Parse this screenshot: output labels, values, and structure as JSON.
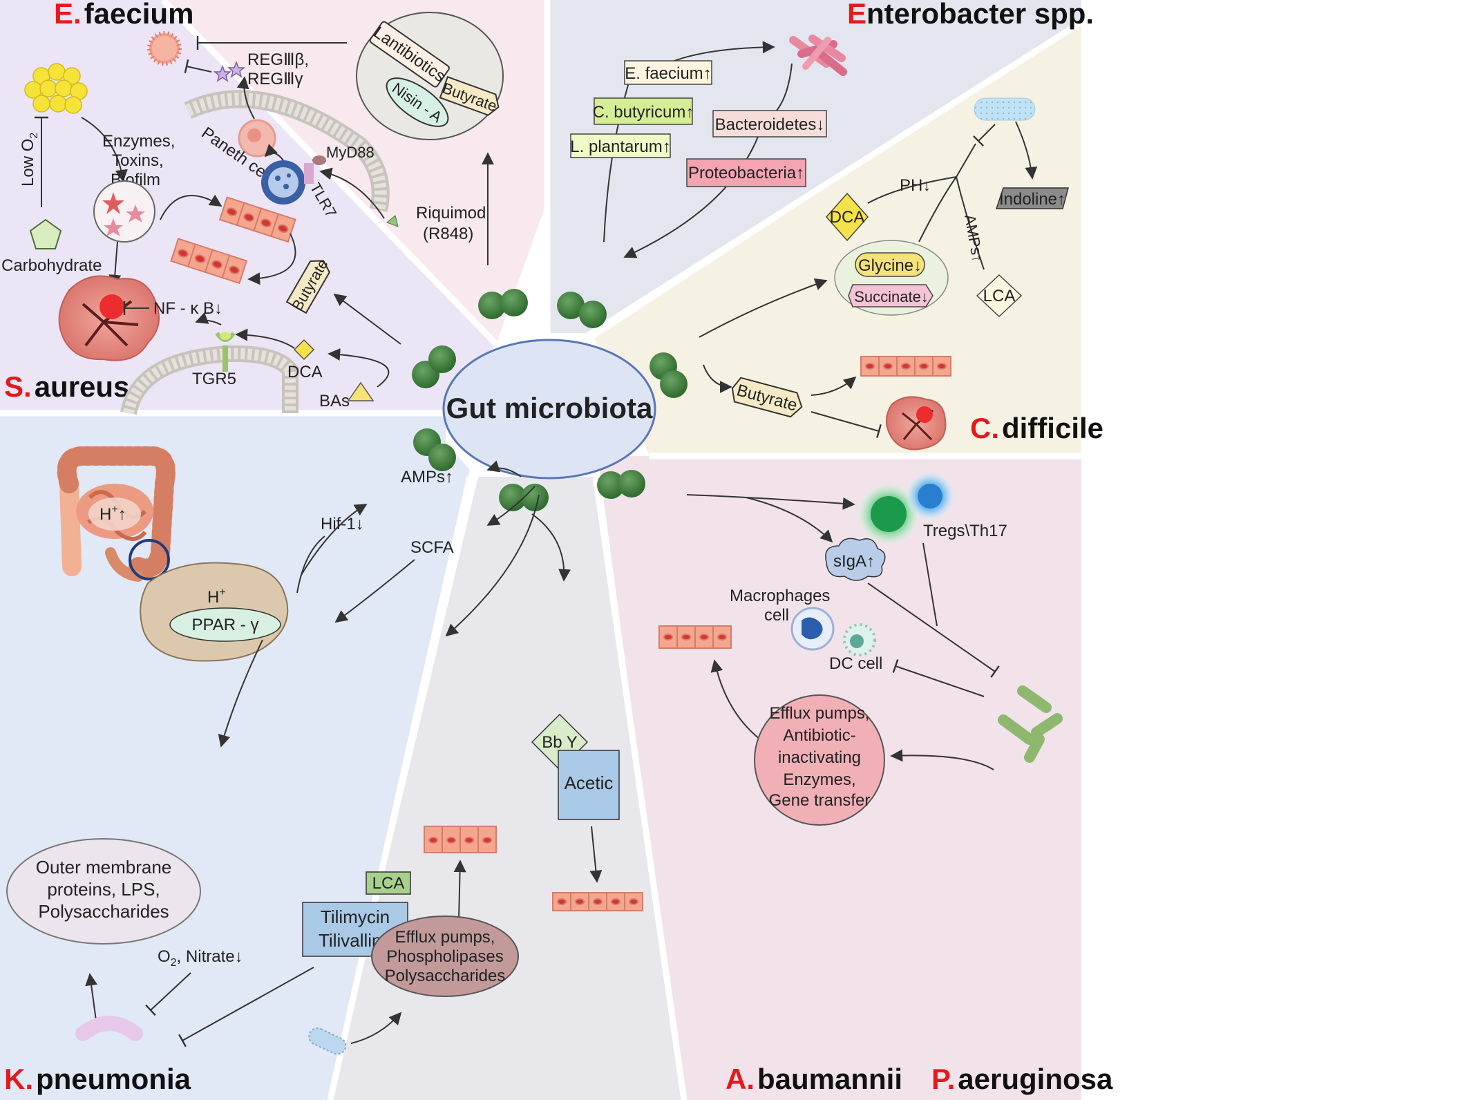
{
  "center": {
    "label": "Gut microbiota"
  },
  "panels": {
    "e_faecium": {
      "title_letter": "E.",
      "title_rest": "faecium",
      "labels": {
        "reg1": "REGⅢβ,",
        "reg2": "REGⅢγ",
        "lantibiotics": "Lantibiotics",
        "nisin": "Nisin - A",
        "butyrate": "Butyrate",
        "paneth": "Paneth cell",
        "myd88": "MyD88",
        "tlr7": "TLR7",
        "riquimod1": "Riquimod",
        "riquimod2": "(R848)"
      }
    },
    "enterobacter": {
      "title_letter": "E",
      "title_rest": "nterobacter spp.",
      "labels": {
        "faecium_up": "E. faecium↑",
        "butyricum_up": "C. butyricum↑",
        "plantarum_up": "L. plantarum↑",
        "bacteroidetes_down": "Bacteroidetes↓",
        "proteobacteria_up": "Proteobacteria↑"
      }
    },
    "s_aureus": {
      "title_letter": "S.",
      "title_rest": "aureus",
      "labels": {
        "low_o2": "Low O",
        "low_o2_sub": "2",
        "enzymes": "Enzymes,",
        "toxins": "Toxins,",
        "biofilm": "Biofilm",
        "carbohydrate": "Carbohydrate",
        "nfkb": "NF - κ B↓",
        "butyrate": "Butyrate",
        "tgr5": "TGR5",
        "dca": "DCA",
        "bas": "BAs"
      }
    },
    "c_difficile": {
      "title_letter": "C.",
      "title_rest": "difficile",
      "labels": {
        "ph_down": "PH↓",
        "dca": "DCA",
        "indoline_up": "Indoline↑",
        "amps_up": "AMPs↑",
        "glycine_down": "Glycine↓",
        "succinate_down": "Succinate↓",
        "lca": "LCA",
        "butyrate": "Butyrate"
      }
    },
    "k_pneumonia": {
      "title_letter": "K.",
      "title_rest": "pneumonia",
      "labels": {
        "amps_up": "AMPs↑",
        "hif1": "Hif-1↓",
        "scfa": "SCFA",
        "h_up": "H",
        "h_up_tail": "↑",
        "h_plus": "H",
        "ppar": "PPAR - γ",
        "outer1": "Outer membrane",
        "outer2": "proteins, LPS,",
        "outer3": "Polysaccharides",
        "o2": "O",
        "o2_sub": "2",
        "nitrate": ", Nitrate↓",
        "lca": "LCA",
        "tilimycin": "Tilimycin",
        "tilivalline": "Tilivalline"
      }
    },
    "a_baumannii": {
      "title_letter": "A.",
      "title_rest": "baumannii",
      "labels": {
        "bby": "Bb Y",
        "acetic": "Acetic",
        "efflux1": "Efflux pumps,",
        "efflux2": "Phospholipases",
        "efflux3": "Polysaccharides"
      }
    },
    "p_aeruginosa": {
      "title_letter": "P.",
      "title_rest": "aeruginosa",
      "labels": {
        "tregs": "Tregs\\Th17",
        "siga": "sIgA↑",
        "macrophages1": "Macrophages",
        "macrophages2": "cell",
        "dc": "DC cell",
        "efflux1": "Efflux pumps,",
        "efflux2": "Antibiotic-",
        "efflux3": "inactivating",
        "efflux4": "Enzymes,",
        "efflux5": "Gene transfer"
      }
    }
  },
  "colors": {
    "title_red": "#e31a1c",
    "bacteria_green": "#3d7d3b",
    "cell_pink": "#f3a593",
    "cell_nucleus": "#e0463c",
    "panel_e_faecium": "#f7e9ee",
    "panel_enterobacter": "#e4e6ef",
    "panel_s_aureus": "#e9e4f4",
    "panel_c_difficile": "#f6f2e3",
    "panel_k_pneumonia": "#e1e8f6",
    "panel_a_baumannii": "#e8e8ec",
    "panel_p_aeruginosa": "#f2e3ea"
  }
}
